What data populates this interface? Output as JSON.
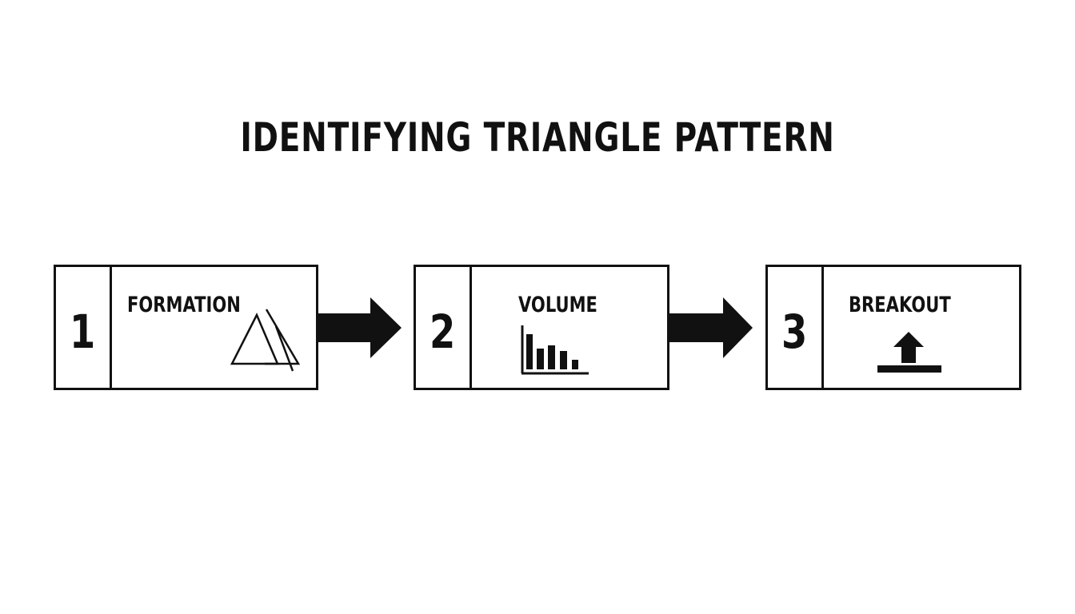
{
  "title": "IDENTIFYING TRIANGLE PATTERN",
  "steps": [
    {
      "number": "1",
      "label": "FORMATION",
      "icon": "triangle-icon"
    },
    {
      "number": "2",
      "label": "VOLUME",
      "icon": "bar-chart-icon"
    },
    {
      "number": "3",
      "label": "BREAKOUT",
      "icon": "upload-arrow-icon"
    }
  ],
  "connectors": [
    "arrow-right-icon",
    "arrow-right-icon"
  ],
  "colors": {
    "ink": "#111111",
    "background": "#ffffff"
  }
}
